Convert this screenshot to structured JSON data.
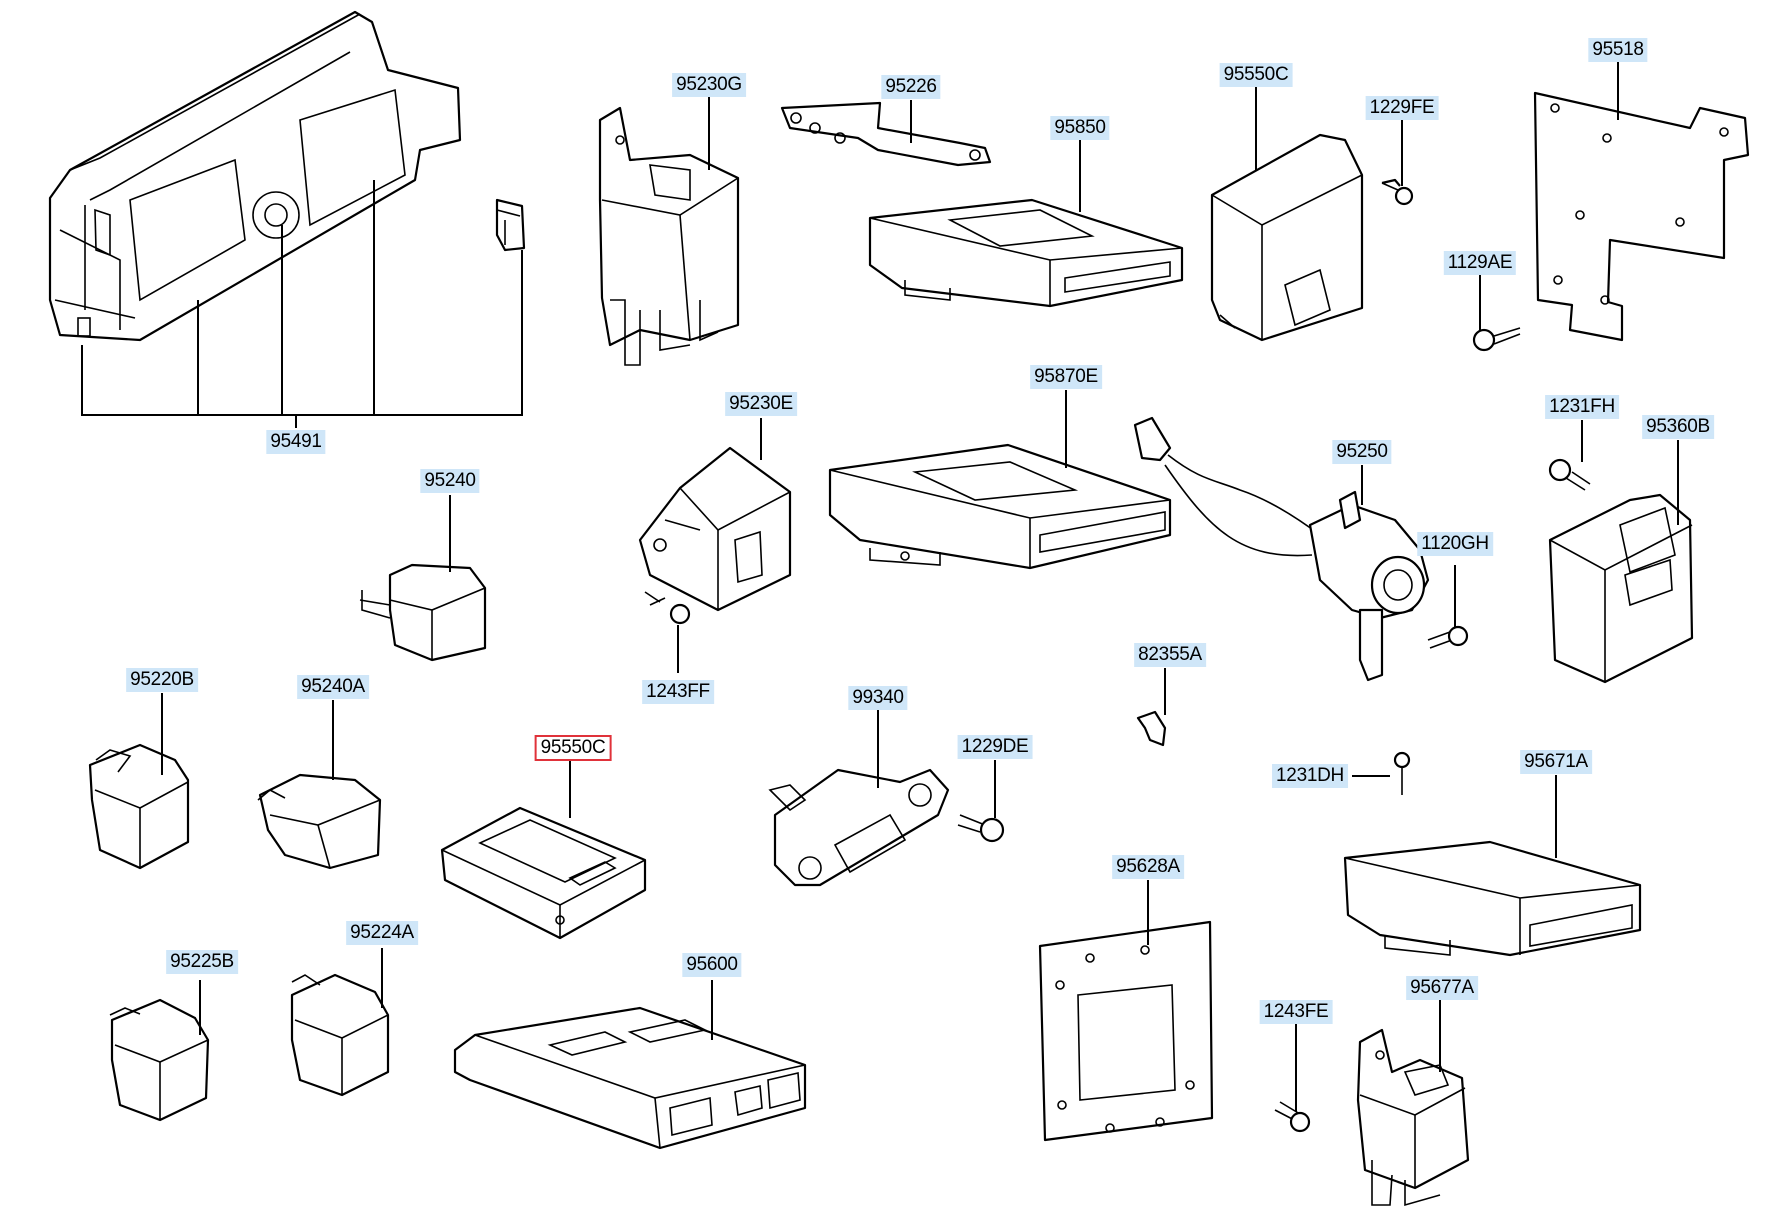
{
  "labels": {
    "p95491": "95491",
    "p95230G": "95230G",
    "p95226": "95226",
    "p95850": "95850",
    "p95550C_top": "95550C",
    "p1229FE": "1229FE",
    "p95518": "95518",
    "p1129AE": "1129AE",
    "p95240": "95240",
    "p95230E": "95230E",
    "p95870E": "95870E",
    "p95250": "95250",
    "p1231FH": "1231FH",
    "p95360B": "95360B",
    "p1120GH": "1120GH",
    "p1243FF": "1243FF",
    "p95220B": "95220B",
    "p95240A": "95240A",
    "p95550C_sel": "95550C",
    "p99340": "99340",
    "p1229DE": "1229DE",
    "p82355A": "82355A",
    "p1231DH": "1231DH",
    "p95671A": "95671A",
    "p95628A": "95628A",
    "p95225B": "95225B",
    "p95224A": "95224A",
    "p95600": "95600",
    "p1243FE": "1243FE",
    "p95677A": "95677A"
  },
  "colors": {
    "label_bg": "#cfe6f8",
    "selected_border": "#e0323a",
    "line": "#000000"
  }
}
